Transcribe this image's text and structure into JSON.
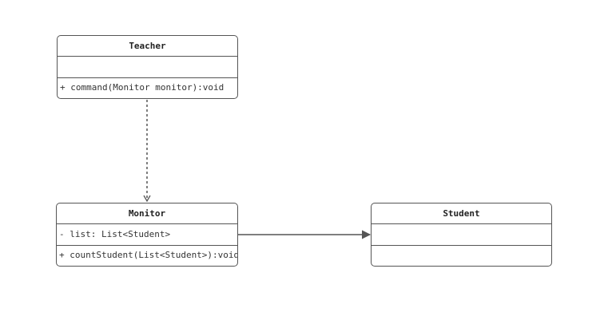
{
  "diagram": {
    "classes": {
      "teacher": {
        "name": "Teacher",
        "attributes": "",
        "methods": "+ command(Monitor monitor):void"
      },
      "monitor": {
        "name": "Monitor",
        "attributes": "- list: List<Student>",
        "methods": "+ countStudent(List<Student>):void"
      },
      "student": {
        "name": "Student",
        "attributes": "",
        "methods": ""
      }
    },
    "relations": [
      {
        "from": "Teacher",
        "to": "Monitor",
        "type": "dependency"
      },
      {
        "from": "Monitor",
        "to": "Student",
        "type": "association"
      }
    ],
    "colors": {
      "border": "#555555",
      "line": "#555555",
      "text": "#222222",
      "background": "#ffffff"
    }
  }
}
